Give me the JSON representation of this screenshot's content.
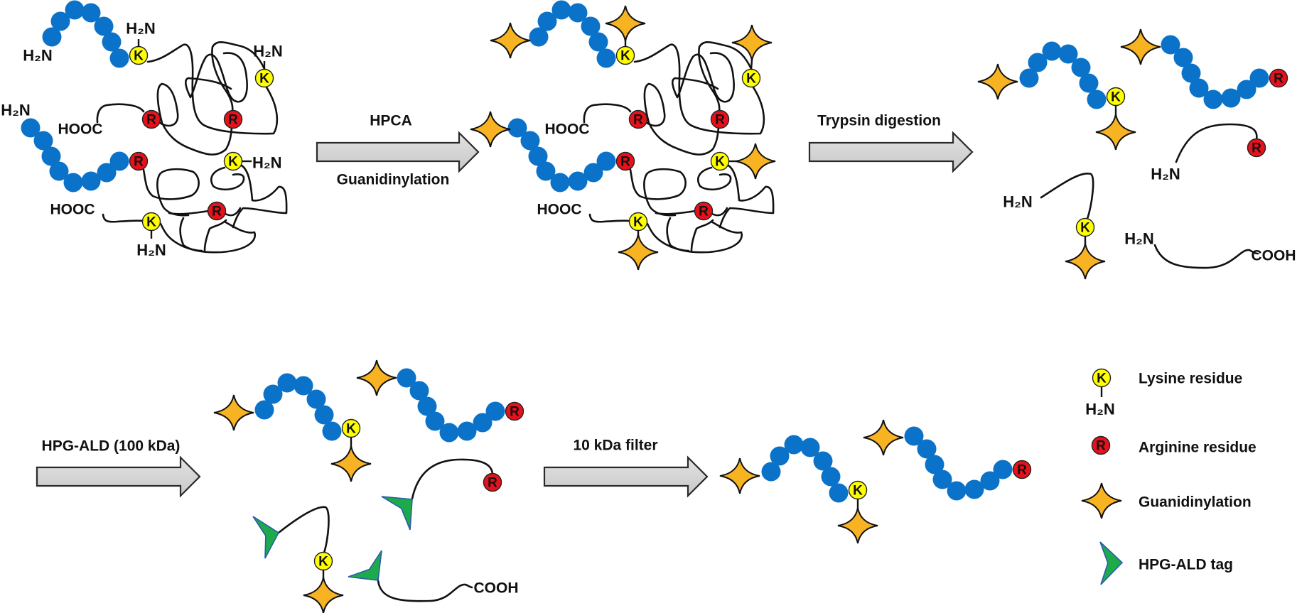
{
  "steps": [
    {
      "label": "HPCA",
      "sublabel": "Guanidinylation"
    },
    {
      "label": "Trypsin digestion"
    },
    {
      "label": "HPG-ALD (100 kDa)"
    },
    {
      "label": "10 kDa filter"
    }
  ],
  "terminals": {
    "amine": "H₂N",
    "carboxyl_left": "HOOC",
    "carboxyl_right": "COOH"
  },
  "residues": {
    "lysine": "K",
    "arginine": "R"
  },
  "legend": [
    {
      "symbol": "lysine-with-amine",
      "label": "Lysine residue"
    },
    {
      "symbol": "arginine",
      "label": "Arginine residue"
    },
    {
      "symbol": "four-point-star",
      "label": "Guanidinylation"
    },
    {
      "symbol": "green-chevron",
      "label": "HPG-ALD tag"
    }
  ],
  "colors": {
    "bead": "#0A72C8",
    "lysine": "#FFFF00",
    "arginine": "#E8111B",
    "guanidinylation": "#F8B323",
    "tag_fill": "#1DAA4B",
    "tag_edge": "#2A5CAA",
    "arrow_fill": "#D3D3D3",
    "line": "#111111"
  }
}
